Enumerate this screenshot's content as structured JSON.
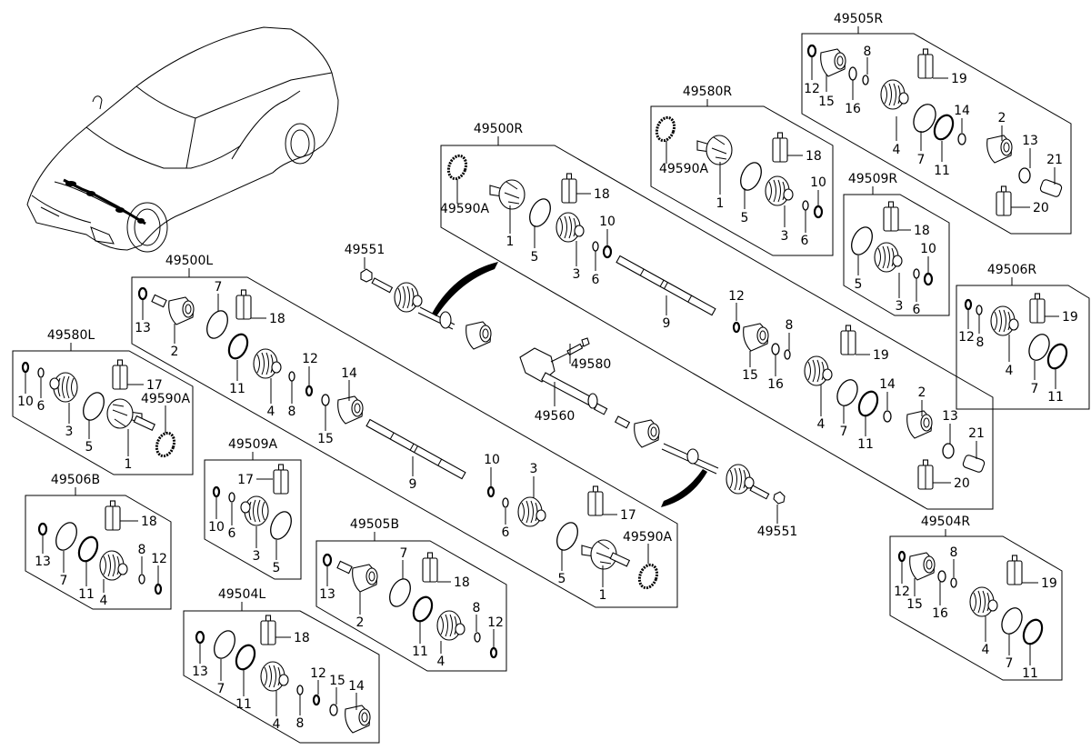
{
  "diagram": {
    "title": "Drive Shaft Exploded Parts Diagram",
    "groups": [
      {
        "id": "49505R",
        "label": "49505R",
        "parts": [
          "12",
          "15",
          "16",
          "8",
          "19",
          "4",
          "7",
          "11",
          "14",
          "2",
          "13",
          "21",
          "20"
        ]
      },
      {
        "id": "49580R",
        "label": "49580R",
        "parts": [
          "49590A",
          "1",
          "5",
          "18",
          "3",
          "6",
          "10"
        ]
      },
      {
        "id": "49500R",
        "label": "49500R",
        "parts": [
          "49590A",
          "1",
          "5",
          "18",
          "3",
          "6",
          "10",
          "9",
          "12",
          "15",
          "16",
          "8",
          "19",
          "4",
          "7",
          "11",
          "14",
          "2",
          "13",
          "21",
          "20"
        ]
      },
      {
        "id": "49509R",
        "label": "49509R",
        "parts": [
          "18",
          "5",
          "3",
          "6",
          "10"
        ]
      },
      {
        "id": "49506R",
        "label": "49506R",
        "parts": [
          "12",
          "8",
          "19",
          "4",
          "7",
          "11"
        ]
      },
      {
        "id": "49500L",
        "label": "49500L",
        "parts": [
          "13",
          "2",
          "7",
          "18",
          "11",
          "4",
          "12",
          "8",
          "14",
          "15",
          "9",
          "10",
          "3",
          "6",
          "17",
          "5",
          "1",
          "49590A"
        ]
      },
      {
        "id": "49580L",
        "label": "49580L",
        "parts": [
          "10",
          "6",
          "3",
          "17",
          "5",
          "1",
          "49590A"
        ]
      },
      {
        "id": "49509A",
        "label": "49509A",
        "parts": [
          "17",
          "10",
          "6",
          "3",
          "5"
        ]
      },
      {
        "id": "49506B",
        "label": "49506B",
        "parts": [
          "13",
          "18",
          "7",
          "11",
          "4",
          "8",
          "12"
        ]
      },
      {
        "id": "49505B",
        "label": "49505B",
        "parts": [
          "13",
          "2",
          "7",
          "18",
          "11",
          "4",
          "8",
          "12"
        ]
      },
      {
        "id": "49504L",
        "label": "49504L",
        "parts": [
          "13",
          "18",
          "7",
          "11",
          "4",
          "12",
          "15",
          "8",
          "14"
        ]
      },
      {
        "id": "49504R",
        "label": "49504R",
        "parts": [
          "12",
          "15",
          "16",
          "8",
          "19",
          "4",
          "7",
          "11"
        ]
      }
    ],
    "standalone_parts": [
      {
        "id": "49551-top",
        "label": "49551"
      },
      {
        "id": "49551-bottom",
        "label": "49551"
      },
      {
        "id": "49580",
        "label": "49580"
      },
      {
        "id": "49560",
        "label": "49560"
      }
    ],
    "labels": {
      "g49505R": "49505R",
      "g49580R": "49580R",
      "g49500R": "49500R",
      "g49509R": "49509R",
      "g49506R": "49506R",
      "g49500L": "49500L",
      "g49580L": "49580L",
      "g49509A": "49509A",
      "g49506B": "49506B",
      "g49505B": "49505B",
      "g49504L": "49504L",
      "g49504R": "49504R",
      "p49551": "49551",
      "p49580": "49580",
      "p49560": "49560",
      "p49590A": "49590A",
      "n1": "1",
      "n2": "2",
      "n3": "3",
      "n4": "4",
      "n5": "5",
      "n6": "6",
      "n7": "7",
      "n8": "8",
      "n9": "9",
      "n10": "10",
      "n11": "11",
      "n12": "12",
      "n13": "13",
      "n14": "14",
      "n15": "15",
      "n16": "16",
      "n17": "17",
      "n18": "18",
      "n19": "19",
      "n20": "20",
      "n21": "21"
    }
  }
}
